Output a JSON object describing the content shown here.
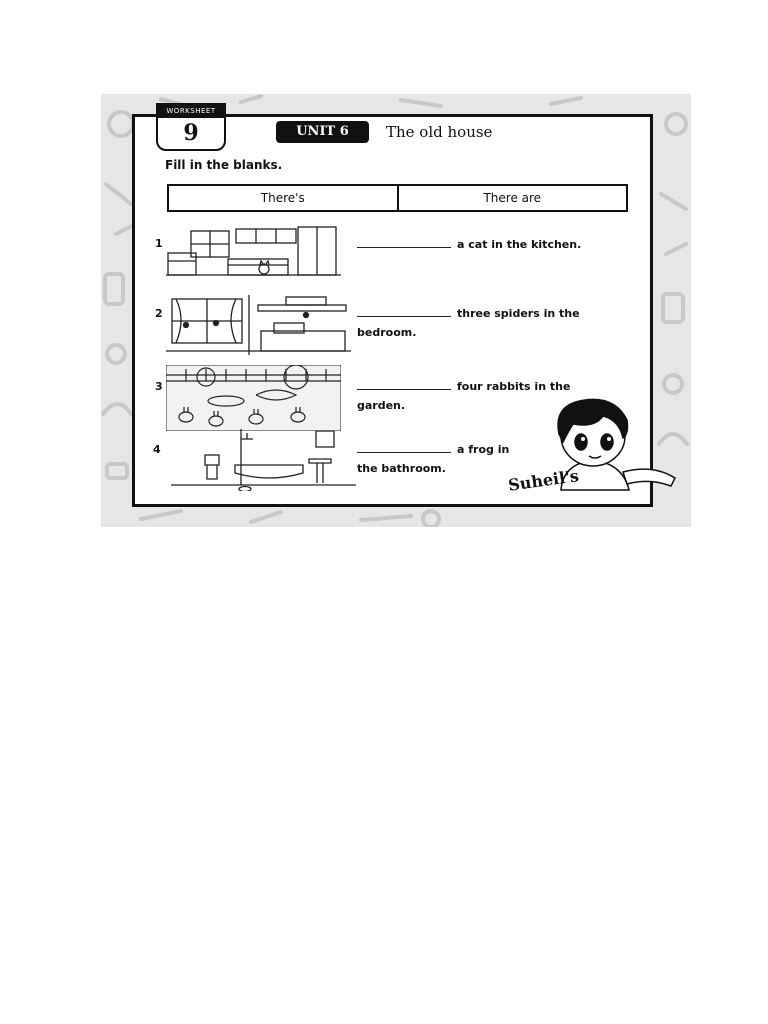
{
  "worksheet": {
    "label": "WORKSHEET",
    "number": "9"
  },
  "unit": {
    "badge": "UNIT 6",
    "title": "The old house"
  },
  "instruction": "Fill in the blanks.",
  "word_box": [
    "There's",
    "There are"
  ],
  "questions": [
    {
      "number": "1",
      "line1": "a cat in the kitchen.",
      "line2": "",
      "picture": "kitchen-with-cat"
    },
    {
      "number": "2",
      "line1": "three spiders in the",
      "line2": "bedroom.",
      "picture": "bedroom-with-spiders"
    },
    {
      "number": "3",
      "line1": "four rabbits in the",
      "line2": "garden.",
      "picture": "garden-with-rabbits"
    },
    {
      "number": "4",
      "line1": "a frog in",
      "line2": "the bathroom.",
      "picture": "bathroom-with-frog"
    }
  ],
  "mascot": {
    "brand": "Suheil's",
    "icon": "boy-mascot-icon"
  },
  "colors": {
    "ink": "#111111",
    "background": "#e6e6e6",
    "paper": "#ffffff"
  }
}
